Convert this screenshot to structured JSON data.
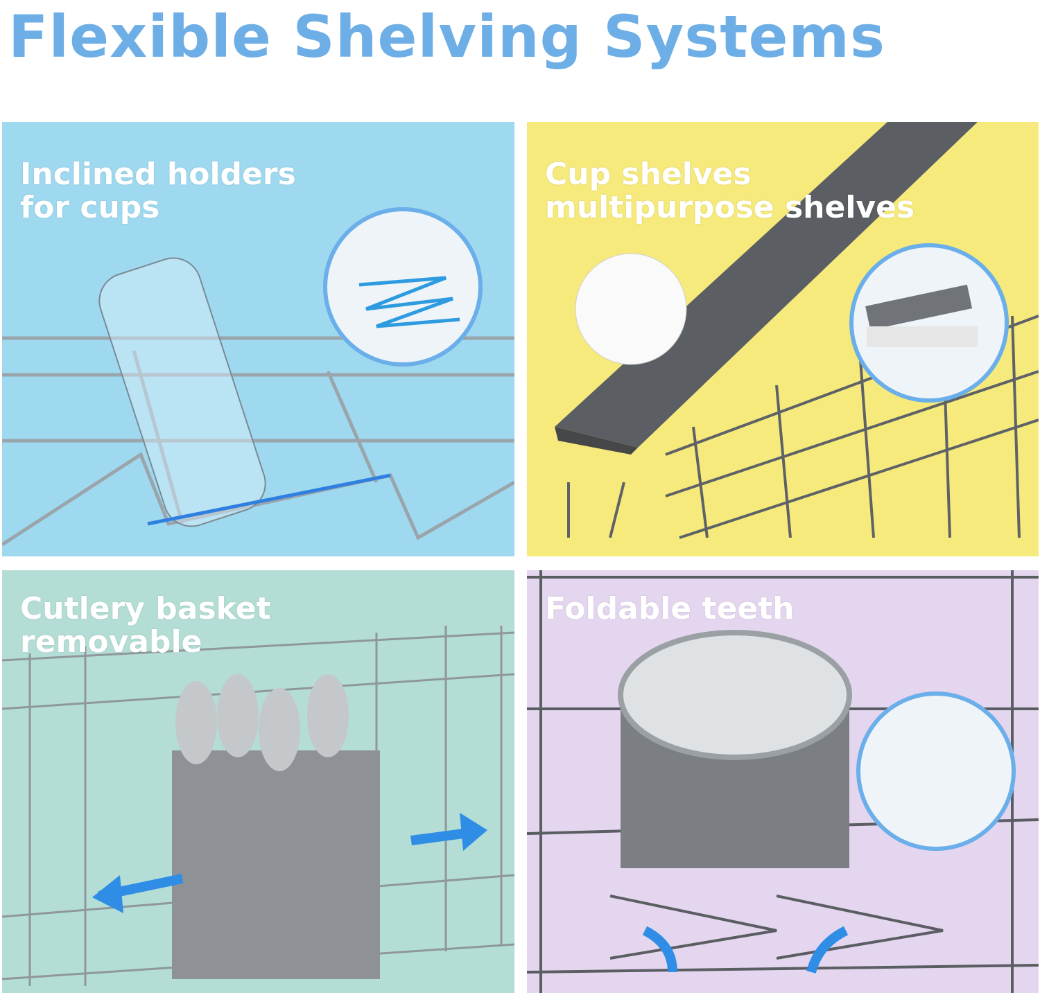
{
  "title": "Flexible Shelving Systems",
  "panels": [
    {
      "label_line1": "Inclined holders",
      "label_line2": "for cups"
    },
    {
      "label_line1": "Cup shelves",
      "label_line2": "multipurpose shelves"
    },
    {
      "label_line1": "Cutlery basket",
      "label_line2": "removable"
    },
    {
      "label_line1": "Foldable teeth",
      "label_line2": ""
    }
  ],
  "colors": {
    "title": "#6eaee6",
    "panel1": "#9fd9ef",
    "panel2": "#f6ea7c",
    "panel3": "#b3ddd5",
    "panel4": "#e4d6ef",
    "accent": "#3a8ee8"
  }
}
